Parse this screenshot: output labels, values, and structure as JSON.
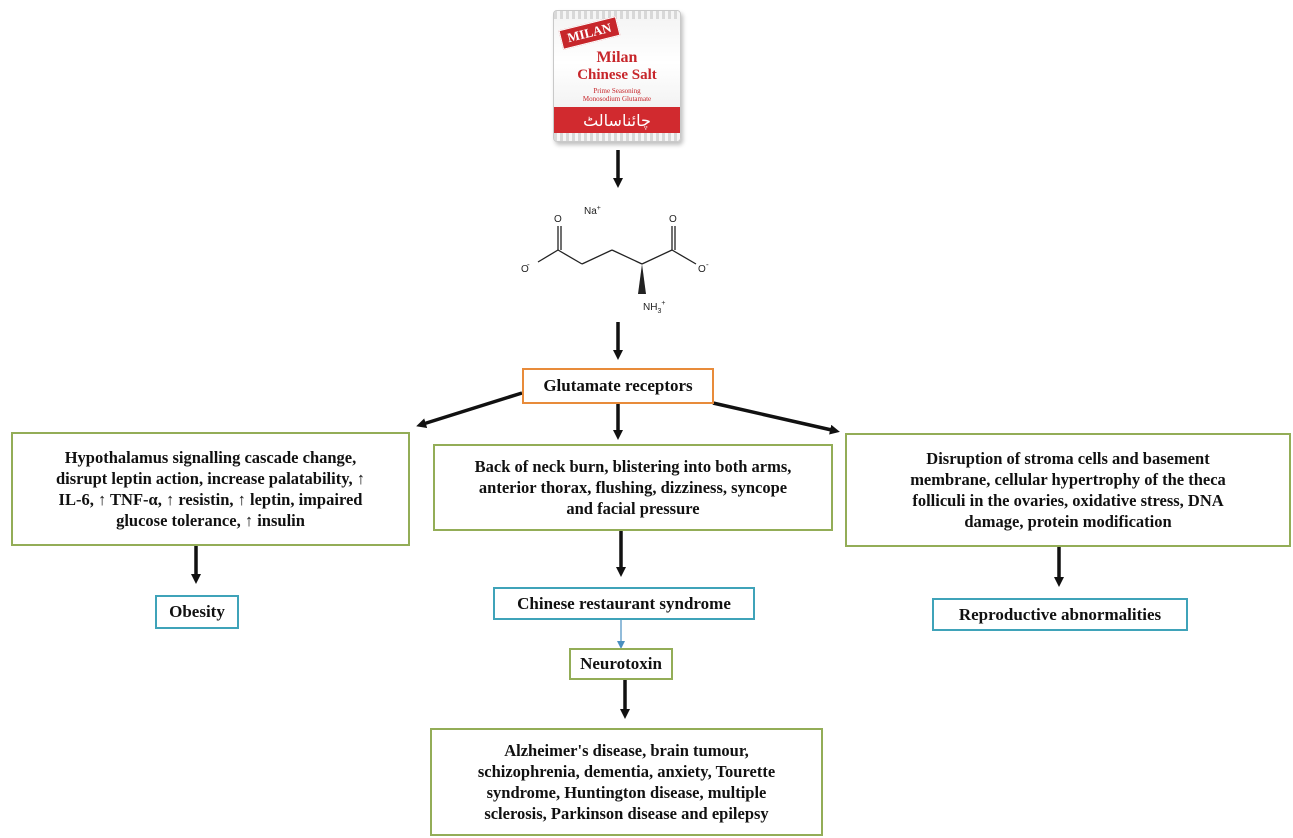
{
  "product": {
    "logo_text": "MILAN",
    "brand": "Milan",
    "name": "Chinese Salt",
    "line1": "Prime Seasoning",
    "line2": "Monosodium Glutamate",
    "urdu_text": "چائناسالٹ"
  },
  "molecule": {
    "na": "Na",
    "plus": "+",
    "o": "O",
    "nh3": "NH",
    "nh3_sub": "3"
  },
  "nodes": {
    "receptors": "Glutamate receptors",
    "left_effects": [
      "Hypothalamus signalling cascade change,",
      "disrupt leptin action, increase palatability, ↑",
      "IL-6, ↑ TNF-α, ↑ resistin, ↑ leptin, impaired",
      "glucose tolerance, ↑ insulin"
    ],
    "obesity": "Obesity",
    "center_effects": [
      "Back of neck burn, blistering into both arms,",
      "anterior thorax, flushing, dizziness,  syncope",
      "and facial pressure"
    ],
    "crs": "Chinese restaurant syndrome",
    "neurotoxin": "Neurotoxin",
    "neuro_diseases": [
      "Alzheimer's disease, brain tumour,",
      "schizophrenia, dementia, anxiety, Tourette",
      "syndrome, Huntington disease, multiple",
      "sclerosis, Parkinson disease and epilepsy"
    ],
    "right_effects": [
      "Disruption of stroma cells and basement",
      "membrane, cellular hypertrophy of the theca",
      "folliculi in the ovaries, oxidative stress, DNA",
      "damage, protein modification"
    ],
    "reproductive": "Reproductive abnormalities"
  },
  "colors": {
    "green_border": "#93ad57",
    "blue_border": "#3fa3b9",
    "orange_border": "#e88b3a",
    "arrow": "#111111",
    "bag_red": "#c7262b"
  }
}
